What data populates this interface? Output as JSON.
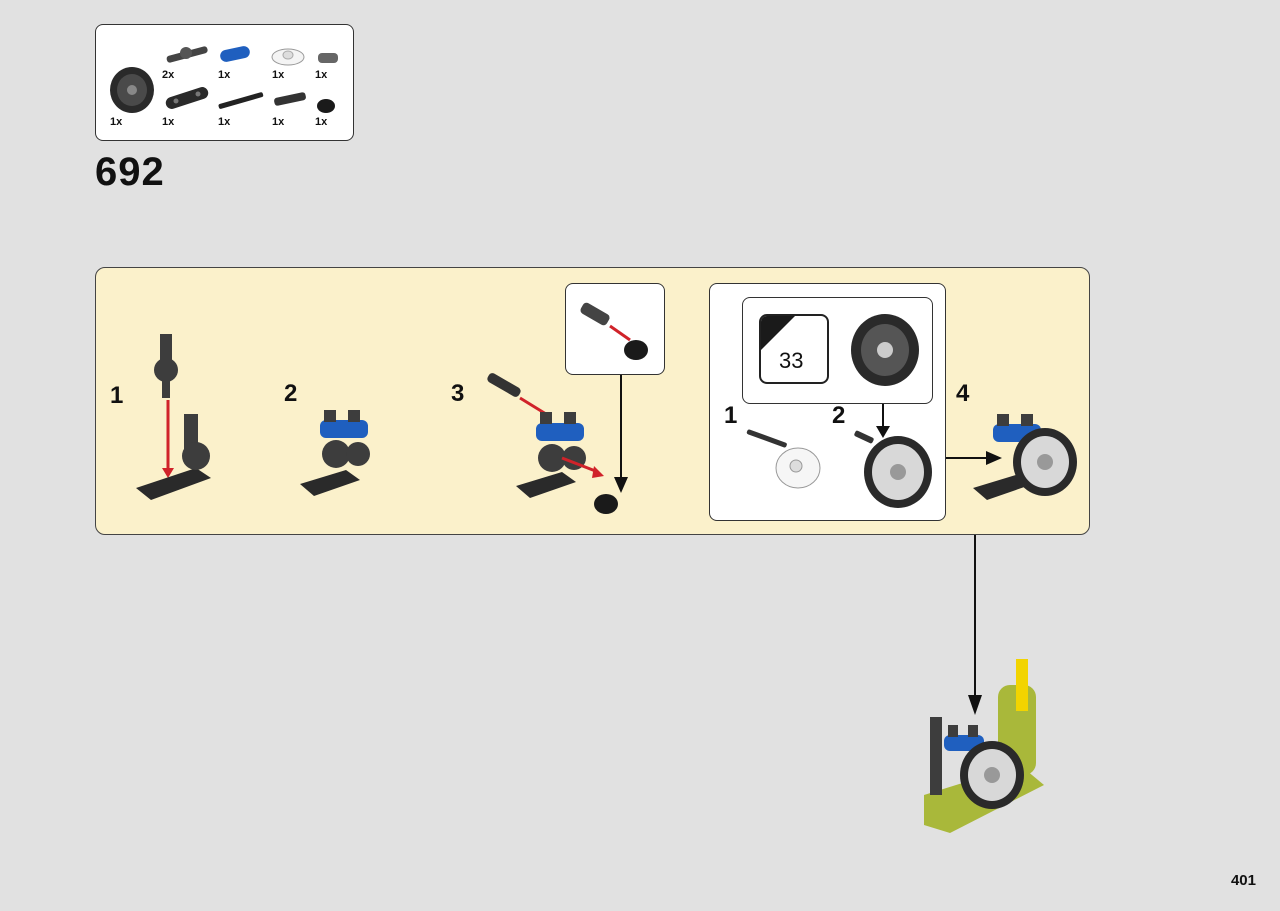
{
  "parts_list": {
    "quantities": [
      "2x",
      "1x",
      "1x",
      "1x",
      "1x",
      "1x",
      "1x",
      "1x",
      "1x"
    ]
  },
  "step_number": "692",
  "substeps": [
    "1",
    "2",
    "3",
    "4"
  ],
  "inner_callout": {
    "steps": [
      "1",
      "2"
    ],
    "sticker_number": "33"
  },
  "page_number": "401",
  "colors": {
    "background": "#e1e1e1",
    "panel": "#fbf1cb",
    "part_dark": "#3d3d3d",
    "part_blue": "#1f5fbf",
    "part_lime": "#a9b83a",
    "part_yellow": "#f2d400",
    "arrow_red": "#d0232a"
  }
}
